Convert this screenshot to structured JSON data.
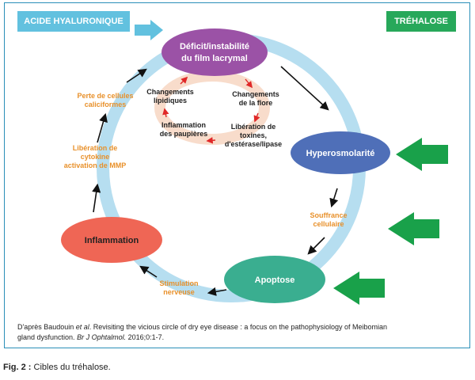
{
  "tags": {
    "left": "ACIDE HYALURONIQUE",
    "right": "TRÉHALOSE"
  },
  "nodes": {
    "top": [
      "Déficit/instabilité",
      "du film lacrymal"
    ],
    "right": "Hyperosmolarité",
    "bottom": "Apoptose",
    "left": "Inflammation"
  },
  "outer_labels": {
    "souffrance": [
      "Souffrance",
      "cellulaire"
    ],
    "stimulation": [
      "Stimulation",
      "nerveuse"
    ],
    "cytokine": [
      "Libération de",
      "cytokine",
      "activation de MMP"
    ],
    "perte": [
      "Perte de cellules",
      "caliciformes"
    ]
  },
  "inner_labels": {
    "lipidiques": [
      "Changements",
      "lipidiques"
    ],
    "flore": [
      "Changements",
      "de la flore"
    ],
    "toxines": [
      "Libération de",
      "toxines,",
      "d'estérase/lipase"
    ],
    "paupieres": [
      "Inflammation",
      "des paupières"
    ]
  },
  "caption": {
    "prefix": "D'après Baudouin ",
    "etal": "et al",
    "title": ". Revisiting the vicious circle of dry eye disease : a focus on the pathophysiology of Meibomian",
    "line2_start": "gland dysfunction. ",
    "journal": "Br J Ophtalmol.",
    "line2_end": " 2016;0:1-7."
  },
  "figure": {
    "label": "Fig. 2 :",
    "text": " Cibles du tréhalose."
  },
  "colors": {
    "ring": "#b6def0",
    "inner_ring": "#f8dccb",
    "top_node": "#9b52a6",
    "right_node": "#4f6fb8",
    "bottom_node": "#3aae90",
    "left_node": "#ef6655",
    "orange_text": "#e8902a",
    "red_arrow": "#e02828",
    "green_arrow": "#19a14a",
    "left_tag": "#62c1df",
    "right_tag": "#27a85a"
  }
}
